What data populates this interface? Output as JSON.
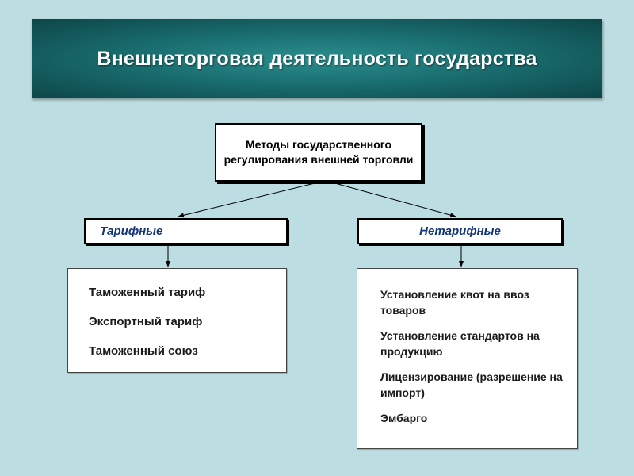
{
  "title": "Внешнеторговая деятельность государства",
  "root": {
    "label": "Методы государственного регулирования внешней торговли"
  },
  "categories": [
    {
      "label": "Тарифные",
      "items": [
        "Таможенный тариф",
        "Экспортный тариф",
        "Таможенный союз"
      ]
    },
    {
      "label": "Нетарифные",
      "items": [
        "Установление квот на ввоз товаров",
        "Установление стандартов на продукцию",
        "Лицензирование (разрешение на импорт)",
        "Эмбарго"
      ]
    }
  ],
  "colors": {
    "background": "#bcdde1",
    "banner": "#1a6e70",
    "category_text": "#12357a"
  }
}
